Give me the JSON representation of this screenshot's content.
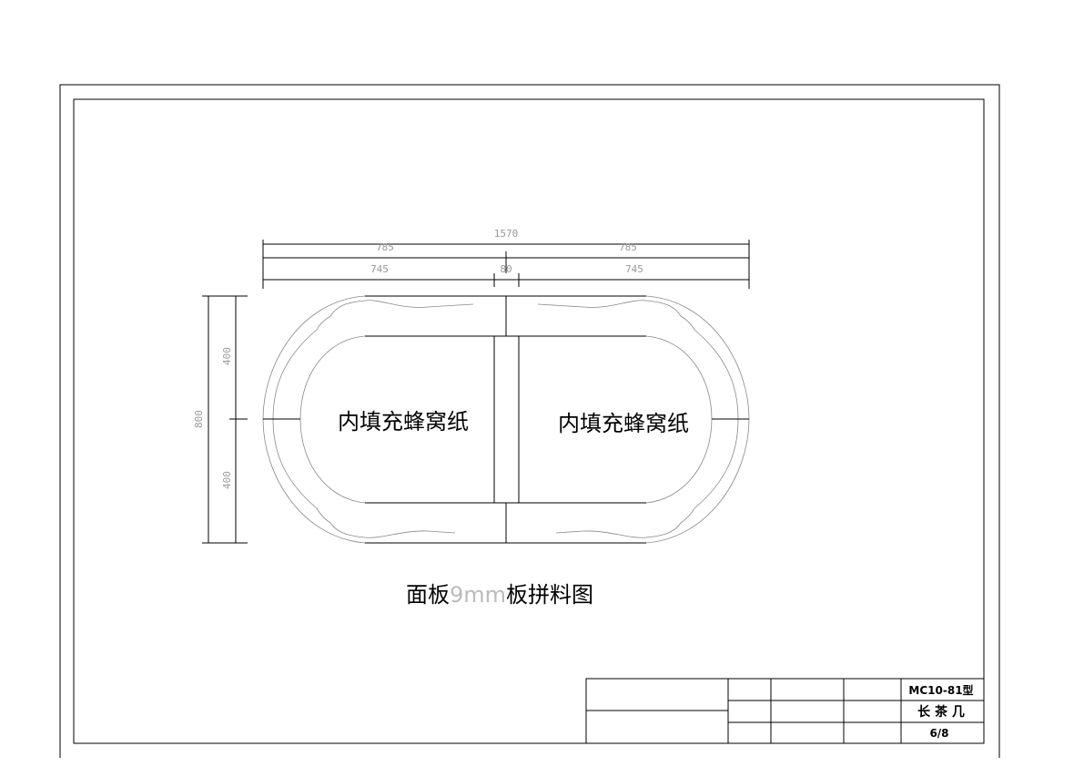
{
  "drawing": {
    "title_part1": "面板",
    "title_part2": "9mm",
    "title_part3": "板拼料图",
    "fill_label_left": "内填充蜂窝纸",
    "fill_label_right": "内填充蜂窝纸",
    "dimensions": {
      "total_width": "1570",
      "half_left": "785",
      "half_right": "785",
      "panel_left": "745",
      "center_strip": "80",
      "panel_right": "745",
      "total_height": "800",
      "half_top": "400",
      "half_bottom": "400"
    }
  },
  "title_block": {
    "model": "MC10-81型",
    "name": "长 茶 几",
    "sheet": "6/8"
  },
  "colors": {
    "line": "#000000",
    "curve": "#888888",
    "dim_text": "#999999"
  }
}
